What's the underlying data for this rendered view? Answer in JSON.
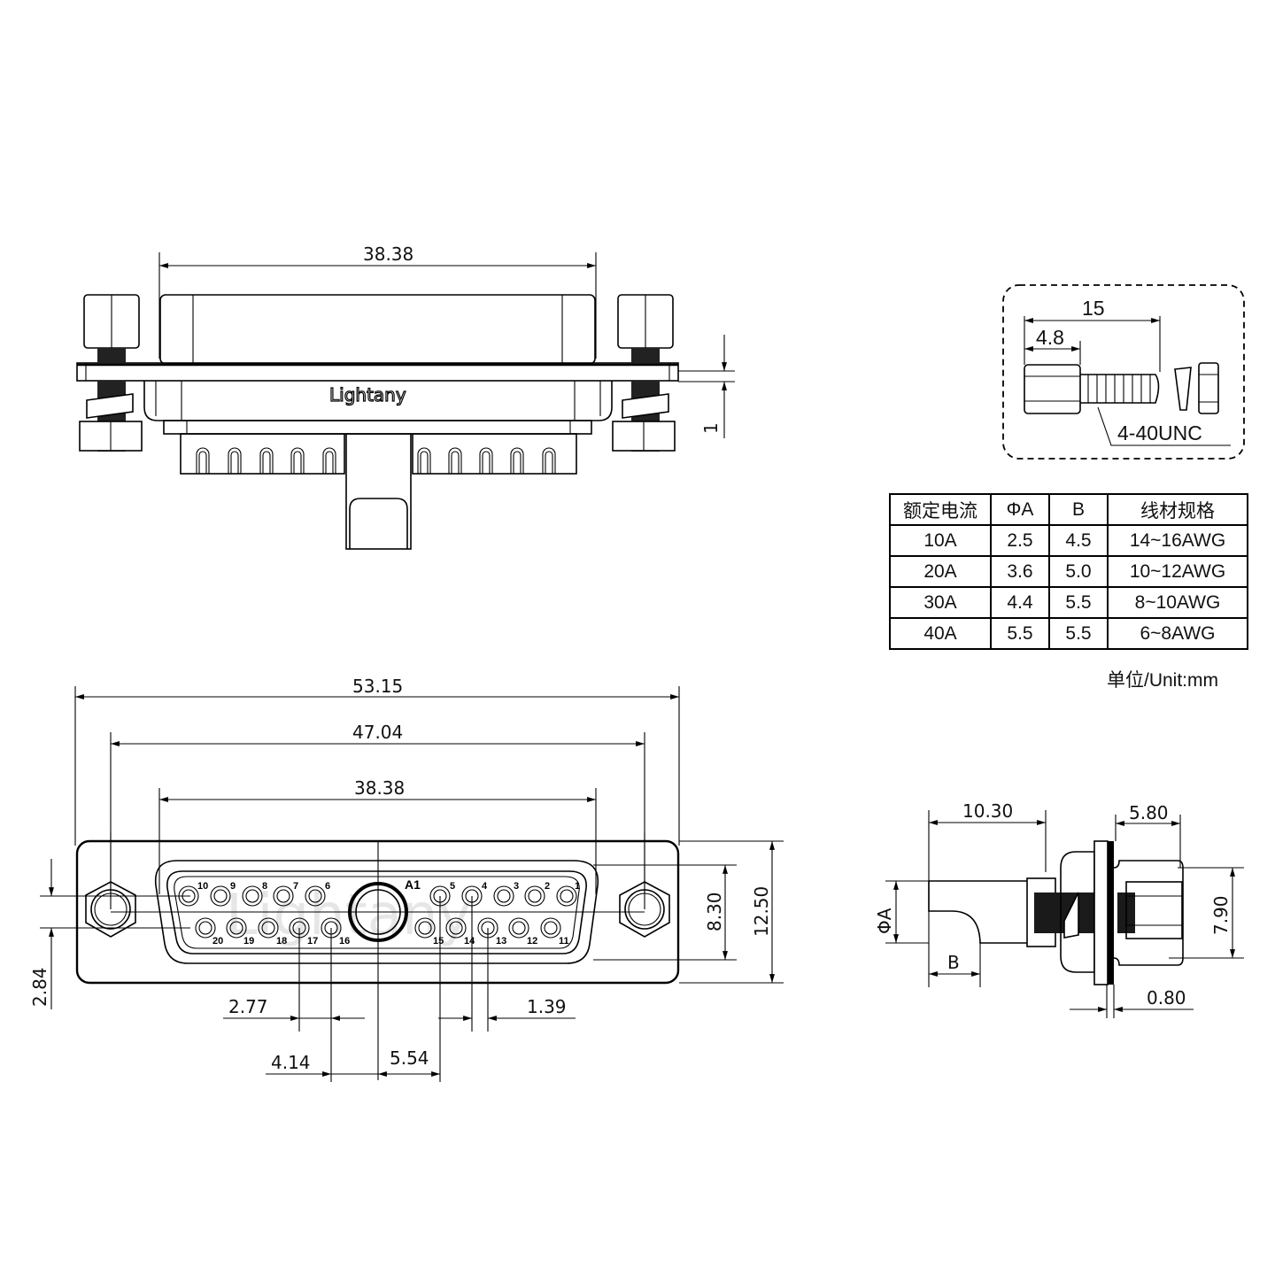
{
  "top_view": {
    "dim_width": "38.38",
    "dim_flange_thickness": "1",
    "brand_logo": "Lightany"
  },
  "screw_detail": {
    "dim_total_length": "15",
    "dim_head_length": "4.8",
    "thread_spec": "4-40UNC"
  },
  "spec_table": {
    "headers": [
      "额定电流",
      "ΦA",
      "B",
      "线材规格"
    ],
    "rows": [
      [
        "10A",
        "2.5",
        "4.5",
        "14~16AWG"
      ],
      [
        "20A",
        "3.6",
        "5.0",
        "10~12AWG"
      ],
      [
        "30A",
        "4.4",
        "5.5",
        "8~10AWG"
      ],
      [
        "40A",
        "5.5",
        "5.5",
        "6~8AWG"
      ]
    ],
    "unit_note": "单位/Unit:mm"
  },
  "front_view": {
    "dim_overall_width": "53.15",
    "dim_mount_hole_pitch": "47.04",
    "dim_shell_width": "38.38",
    "dim_inner_height": "8.30",
    "dim_overall_height": "12.50",
    "dim_row_offset": "2.84",
    "dim_pin_pitch": "2.77",
    "dim_row_stagger": "1.39",
    "dim_pin_to_center": "4.14",
    "dim_power_to_pin": "5.54",
    "pin_labels_top": [
      "10",
      "9",
      "8",
      "7",
      "6",
      "A1",
      "5",
      "4",
      "3",
      "2",
      "1"
    ],
    "pin_labels_bottom": [
      "20",
      "19",
      "18",
      "17",
      "16",
      "15",
      "14",
      "13",
      "12",
      "11"
    ]
  },
  "side_view": {
    "dim_contact_length": "10.30",
    "dim_diameter_label": "ΦA",
    "dim_b_label": "B",
    "dim_rear_length": "5.80",
    "dim_hex_height": "7.90",
    "dim_flange": "0.80"
  }
}
